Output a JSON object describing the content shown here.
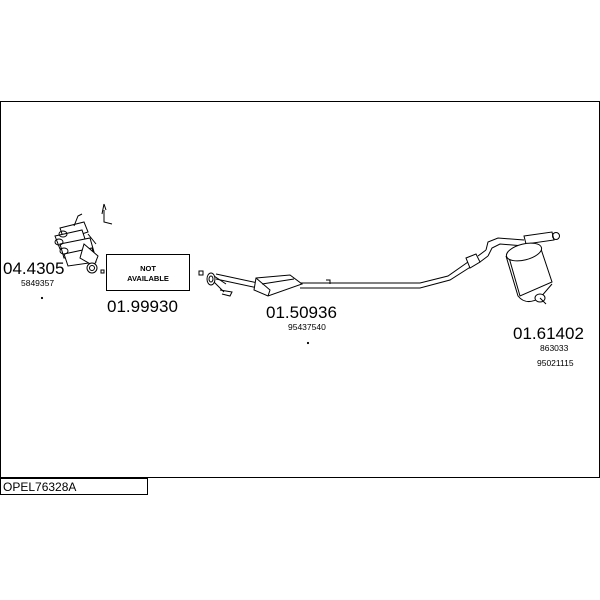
{
  "diagram_title": "OPEL76328A",
  "parts": [
    {
      "part_number": "04.4305",
      "oem_numbers": [
        "5849357"
      ]
    },
    {
      "part_number": "01.99930",
      "placeholder_text": [
        "NOT",
        "AVAILABLE"
      ]
    },
    {
      "part_number": "01.50936",
      "oem_numbers": [
        "95437540"
      ]
    },
    {
      "part_number": "01.61402",
      "oem_numbers": [
        "863033",
        "95021115"
      ]
    }
  ],
  "colors": {
    "line": "#000000",
    "background": "#ffffff"
  }
}
